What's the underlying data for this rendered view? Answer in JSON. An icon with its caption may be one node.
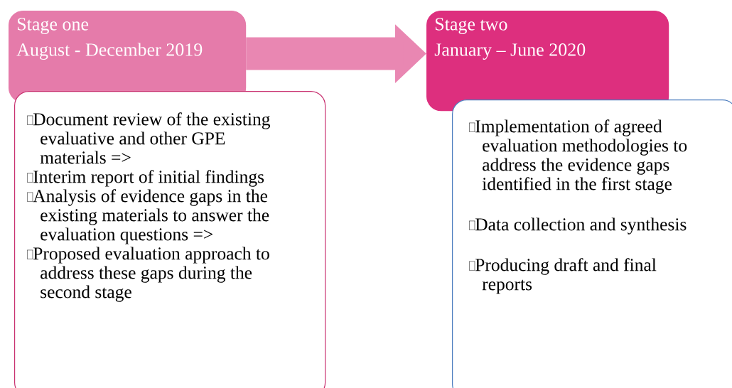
{
  "diagram": {
    "nodes": [
      {
        "text": [
          "Stage one",
          "August - December 2019"
        ]
      },
      {
        "text": [
          "Document review of the existing evaluative and other GPE materials =>",
          "Interim report of initial findings",
          "Analysis of evidence gaps in the existing materials to answer the evaluation questions =>",
          "Proposed evaluation approach to address these gaps during the second stage"
        ]
      },
      {
        "text": [
          "Stage two",
          "January – June 2020"
        ]
      },
      {
        "text": [
          "Implementation of agreed evaluation methodologies to address the evidence gaps identified in the first stage",
          "Data collection and synthesis",
          "Producing draft and final reports"
        ]
      }
    ],
    "edges": [
      {
        "from": 0,
        "to": 2,
        "arrow": "to"
      }
    ]
  }
}
